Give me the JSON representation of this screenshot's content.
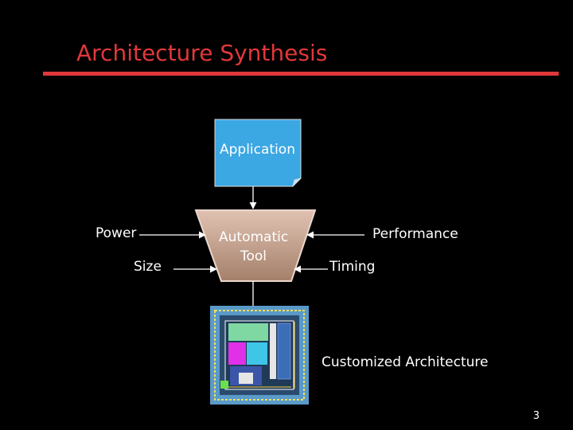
{
  "slide": {
    "title": "Architecture Synthesis",
    "page_number": "3"
  },
  "diagram": {
    "application_label": "Application",
    "tool_label_line1": "Automatic",
    "tool_label_line2": "Tool",
    "power_label": "Power",
    "size_label": "Size",
    "performance_label": "Performance",
    "timing_label": "Timing",
    "output_label": "Customized Architecture"
  },
  "colors": {
    "title": "#e2383a",
    "document": "#3ba7e3",
    "tool_top": "#d8b7a4",
    "tool_bottom": "#a8826b",
    "chip_background": "#5a9ac8"
  }
}
